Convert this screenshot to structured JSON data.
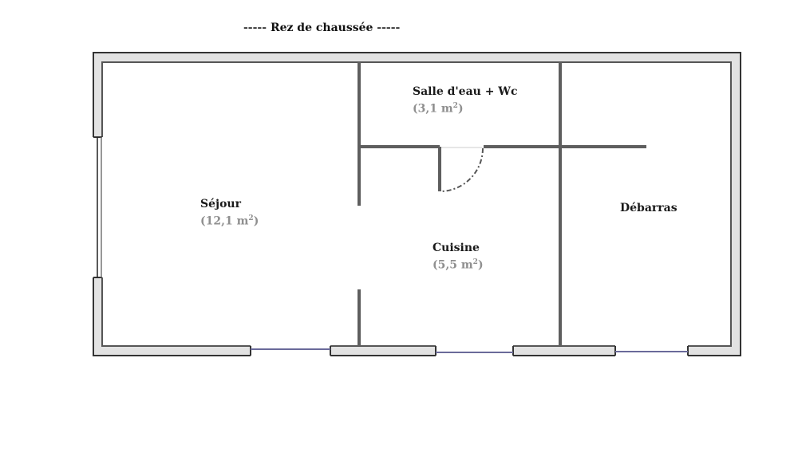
{
  "title": {
    "prefix": "-----",
    "text": "Rez de chaussée",
    "suffix": "-----"
  },
  "rooms": [
    {
      "name": "Séjour",
      "area_value": "(12,1 m",
      "area_exp": "2",
      "area_close": ")"
    },
    {
      "name": "Salle d'eau + Wc",
      "area_value": "(3,1 m",
      "area_exp": "2",
      "area_close": ")"
    },
    {
      "name": "Cuisine",
      "area_value": "(5,5 m",
      "area_exp": "2",
      "area_close": ")"
    },
    {
      "name": "Débarras"
    }
  ],
  "colors": {
    "wall_fill": "#e2e2e2",
    "wall_stroke": "#333333",
    "partition": "#666666",
    "window": "#6a6a9a",
    "label": "#1a1a1a",
    "area": "#8f8f8f"
  }
}
